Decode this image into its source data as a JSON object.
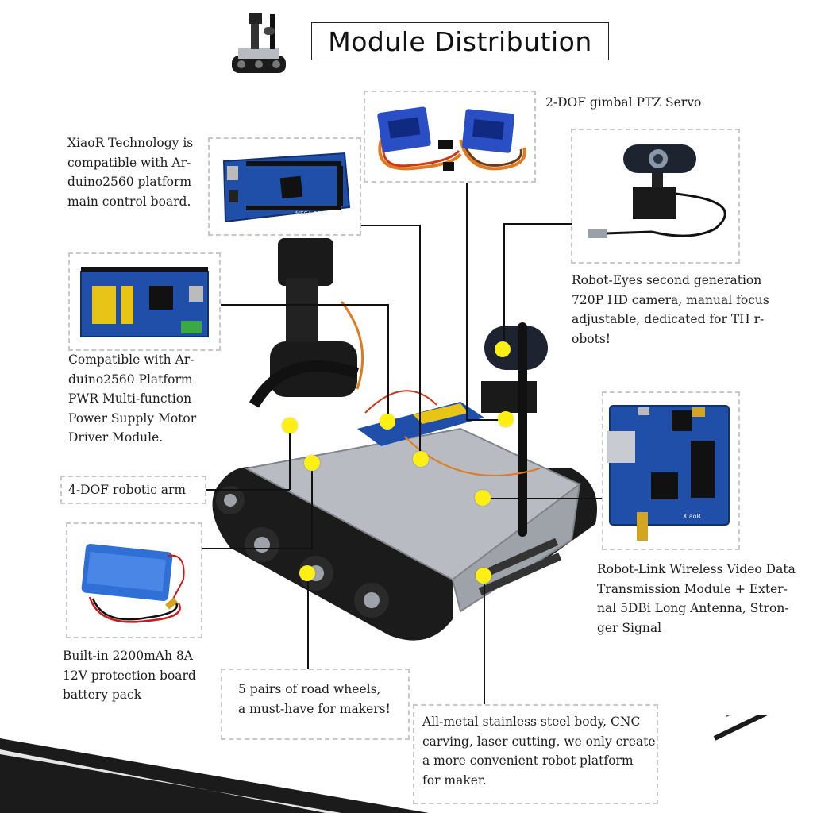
{
  "header": {
    "title": "Module Distribution"
  },
  "labels": {
    "main_board": "XiaoR Technology is compatible with Ar-duino2560 platform main control board.",
    "main_board_lines": [
      "XiaoR Technology is",
      "compatible with Ar-",
      "duino2560 platform",
      "main control board."
    ],
    "gimbal": "2-DOF gimbal PTZ Servo",
    "camera_lines": [
      "Robot-Eyes second generation",
      "720P HD camera, manual focus",
      "adjustable, dedicated for TH r-",
      "obots!"
    ],
    "driver_lines": [
      "Compatible with Ar-",
      "duino2560 Platform",
      "PWR Multi-function",
      "Power Supply Motor",
      "Driver Module."
    ],
    "arm": "4-DOF robotic arm",
    "battery_lines": [
      "Built-in 2200mAh 8A",
      "12V protection board",
      "battery pack"
    ],
    "wheels_lines": [
      "5 pairs of road wheels,",
      "a must-have for makers!"
    ],
    "link_lines": [
      "Robot-Link Wireless Video Data",
      "Transmission Module + Exter-",
      "nal 5DBi Long Antenna, Stron-",
      "ger Signal"
    ],
    "body_lines": [
      "All-metal stainless steel body, CNC",
      "carving, laser cutting, we only create",
      "a more convenient robot platform",
      "for maker."
    ]
  },
  "product_photo_labels": {
    "board_silkscreen": "MEGA 2560",
    "link_brand": "XiaoR"
  },
  "colors": {
    "callout_dot": "#ffef14",
    "board_blue": "#1f4fa8",
    "servo_blue": "#2a4fc4",
    "chassis_steel": "#b8bcc2",
    "track_black": "#1b1b1b"
  },
  "icons": {
    "robot_thumbnail": "robot-thumbnail-icon"
  }
}
